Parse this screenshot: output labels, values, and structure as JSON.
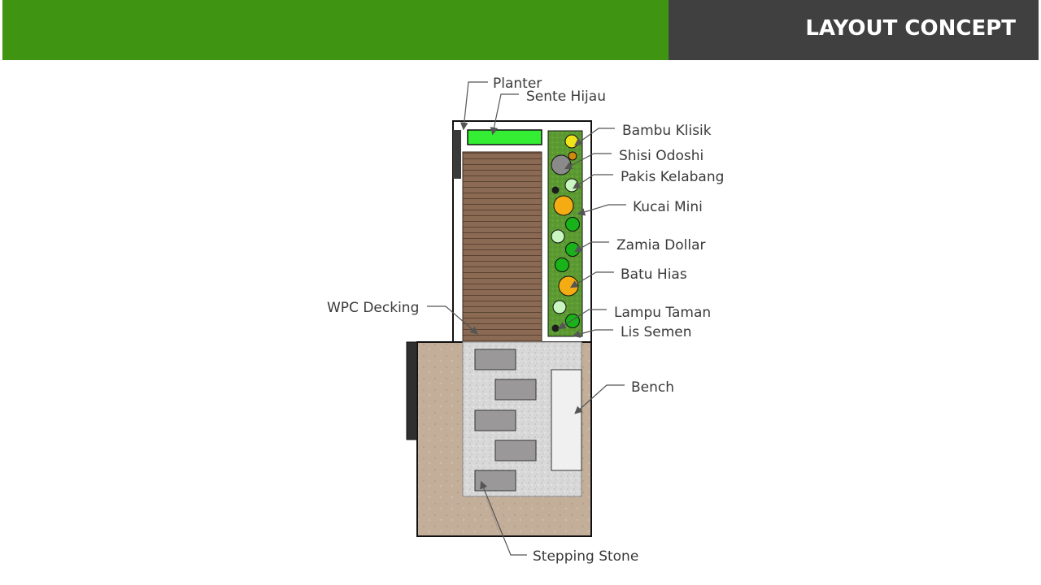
{
  "header": {
    "title": "LAYOUT CONCEPT"
  },
  "labels": {
    "planter": "Planter",
    "sente_hijau": "Sente Hijau",
    "bambu_klisik": "Bambu Klisik",
    "shisi_odoshi": "Shisi Odoshi",
    "pakis_kelabang": "Pakis Kelabang",
    "kucai_mini": "Kucai Mini",
    "zamia_dollar": "Zamia Dollar",
    "batu_hias": "Batu Hias",
    "lampu_taman": "Lampu Taman",
    "lis_semen": "Lis Semen",
    "wpc_decking": "WPC Decking",
    "bench": "Bench",
    "stepping_stone": "Stepping Stone"
  },
  "colors": {
    "header_green": "#3f9411",
    "header_dark": "#404040",
    "decking": "#8a6a52",
    "gravel": "#dcdcdc",
    "floor": "#c2ad99",
    "planter_green": "#5c9a32",
    "sente_hijau": "#33ee33",
    "bench": "#f0f0f0",
    "stepping_stone": "#9a9898"
  }
}
